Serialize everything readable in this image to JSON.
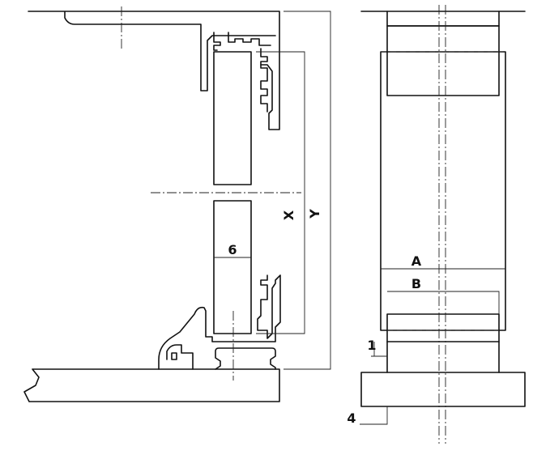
{
  "labels": {
    "six": "6",
    "x": "X",
    "y": "Y",
    "a": "A",
    "b": "B",
    "one": "1",
    "four": "4"
  },
  "colors": {
    "line": "#111111",
    "background": "#ffffff"
  }
}
